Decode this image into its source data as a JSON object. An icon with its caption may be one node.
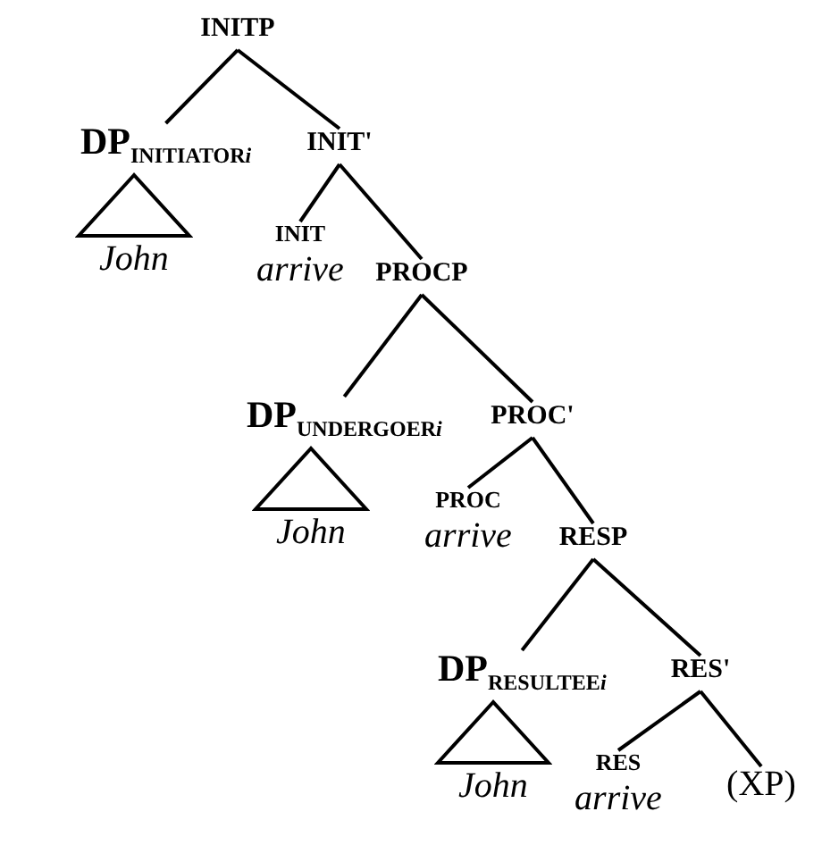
{
  "diagram": {
    "nodes": [
      {
        "text": [
          "INITP"
        ]
      },
      {
        "text": [
          "DP$_{INITIATOR}$*$_{i}$*"
        ]
      },
      {
        "text": [
          "INIT'"
        ]
      },
      {
        "text": [
          "John"
        ]
      },
      {
        "text": [
          "INIT",
          "arrive"
        ]
      },
      {
        "text": [
          "PROCP"
        ]
      },
      {
        "text": [
          "DP$_{UNDERGOER}$*$_{i}$*"
        ]
      },
      {
        "text": [
          "PROC'"
        ]
      },
      {
        "text": [
          "John"
        ]
      },
      {
        "text": [
          "PROC",
          "arrive"
        ]
      },
      {
        "text": [
          "RESP"
        ]
      },
      {
        "text": [
          "DP$_{RESULTEE}$*$_{i}$*"
        ]
      },
      {
        "text": [
          "RES'"
        ]
      },
      {
        "text": [
          "John"
        ]
      },
      {
        "text": [
          "RES",
          "arrive"
        ]
      },
      {
        "text": [
          "(XP)"
        ]
      }
    ],
    "edges": [
      {
        "from": 0,
        "to": 1,
        "arrow": "none"
      },
      {
        "from": 0,
        "to": 2,
        "arrow": "none"
      },
      {
        "from": 2,
        "to": 4,
        "arrow": "none"
      },
      {
        "from": 2,
        "to": 5,
        "arrow": "none"
      },
      {
        "from": 5,
        "to": 6,
        "arrow": "none"
      },
      {
        "from": 5,
        "to": 7,
        "arrow": "none"
      },
      {
        "from": 7,
        "to": 9,
        "arrow": "none"
      },
      {
        "from": 7,
        "to": 10,
        "arrow": "none"
      },
      {
        "from": 10,
        "to": 11,
        "arrow": "none"
      },
      {
        "from": 10,
        "to": 12,
        "arrow": "none"
      },
      {
        "from": 12,
        "to": 14,
        "arrow": "none"
      },
      {
        "from": 12,
        "to": 15,
        "arrow": "none"
      }
    ]
  }
}
